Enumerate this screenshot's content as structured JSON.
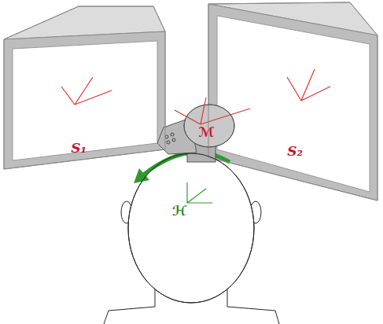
{
  "diagram": {
    "nodes": [
      {
        "text": [
          "S₁"
        ]
      },
      {
        "text": [
          "S₂"
        ]
      },
      {
        "text": [
          "ℳ"
        ]
      },
      {
        "text": [
          "ℋ"
        ]
      }
    ]
  }
}
